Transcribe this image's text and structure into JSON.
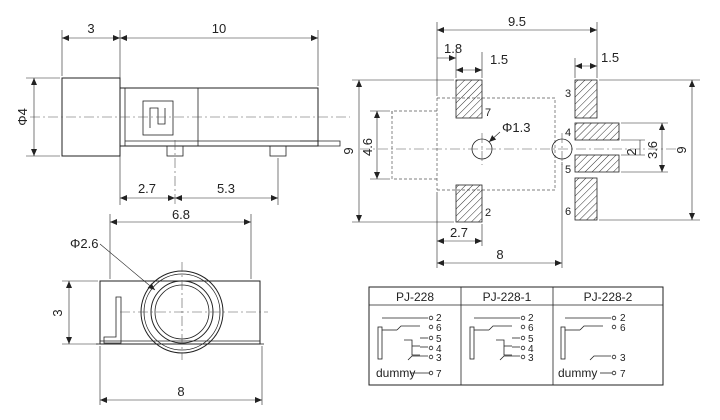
{
  "side_view": {
    "dim_head": "3",
    "dim_body": "10",
    "dim_dia": "Φ4",
    "dim_pin1": "2.7",
    "dim_pin2": "5.3"
  },
  "front_view": {
    "dim_hole": "Φ2.6",
    "dim_width": "6.8",
    "dim_height": "3",
    "dim_total": "8"
  },
  "footprint": {
    "dim_total": "9.5",
    "dim_pad1": "1.8",
    "dim_pad2": "1.5",
    "dim_pad3": "1.5",
    "dim_hole_dia": "Φ1.3",
    "dim_left_h": "4.6",
    "dim_left_full": "9",
    "dim_right_full": "9",
    "dim_gap": "2",
    "dim_span": "3.6",
    "dim_bottom1": "2.7",
    "dim_bottom2": "8",
    "pins": {
      "p2": "2",
      "p3": "3",
      "p4": "4",
      "p5": "5",
      "p6": "6",
      "p7": "7"
    }
  },
  "table": {
    "headers": [
      "PJ-228",
      "PJ-228-1",
      "PJ-228-2"
    ],
    "col1": {
      "pins": [
        "2",
        "6",
        "5",
        "4",
        "3",
        "7"
      ],
      "dummy": "dummy"
    },
    "col2": {
      "pins": [
        "2",
        "6",
        "5",
        "4",
        "3"
      ]
    },
    "col3": {
      "pins": [
        "2",
        "6",
        "3",
        "7"
      ],
      "dummy": "dummy"
    }
  }
}
